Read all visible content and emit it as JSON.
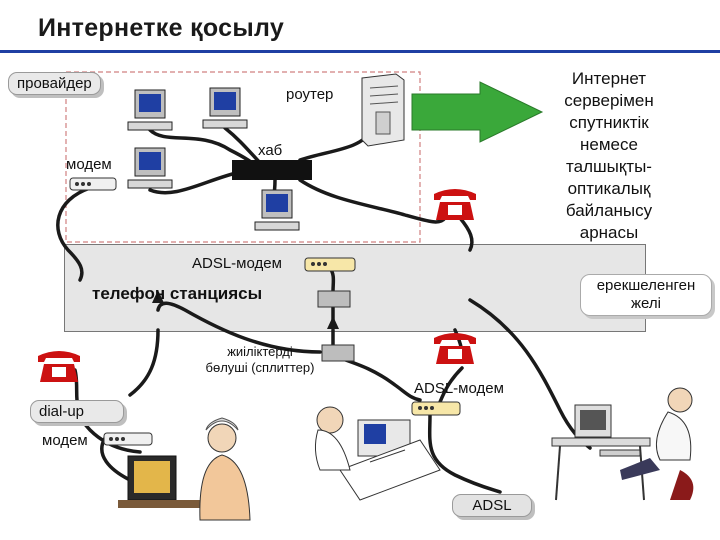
{
  "slide": {
    "title": "Интернетке қосылу"
  },
  "labels": {
    "provider": "провайдер",
    "router": "роутер",
    "hub": "хаб",
    "modem": "модем",
    "adsl_modem_top": "ADSL-модем",
    "station": "телефон станциясы",
    "splitter_line1": "жиіліктерді",
    "splitter_line2": "бөлуші (сплиттер)",
    "adsl_modem_bottom": "ADSL-модем",
    "dialup": "dial-up",
    "dialup_modem": "модем",
    "adsl": "ADSL",
    "special_line1": "ерекшеленген",
    "special_line2": "желі"
  },
  "side_text": {
    "lines": [
      "Интернет",
      "серверімен",
      "спутниктік",
      "немесе",
      "талшықты-",
      "оптикалық",
      "байланысу",
      "арнасы"
    ]
  },
  "colors": {
    "accent_blue": "#1f3fa3",
    "arrow_green": "#3aa83a",
    "phone_red": "#cc1111",
    "cable": "#1a1a1a",
    "station_fill": "#e6e6e6"
  },
  "icons": [
    "computer-icon",
    "server-icon",
    "hub-icon",
    "modem-icon",
    "telephone-icon",
    "splitter-icon",
    "person-icon",
    "arrow-right-icon"
  ]
}
